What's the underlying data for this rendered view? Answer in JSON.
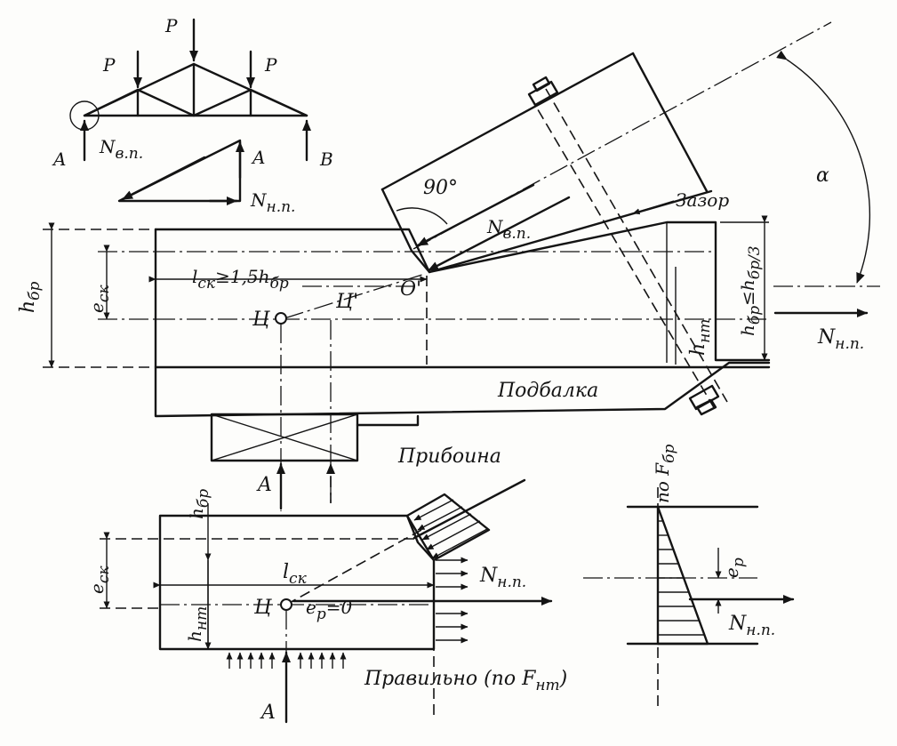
{
  "truss": {
    "load_left": "P",
    "load_center": "P",
    "load_right": "P",
    "support_left": "A",
    "support_right": "B"
  },
  "force_triangle": {
    "upper": "N",
    "upper_sub": "в.п.",
    "vertical": "A",
    "lower": "N",
    "lower_sub": "н.п."
  },
  "joint": {
    "angle_right": "90°",
    "gap": "Зазор",
    "alpha": "α",
    "n_top": "N",
    "n_top_sub": "в.п.",
    "h_bp": "h",
    "h_bp_sub": "бр",
    "e_ck": "e",
    "e_ck_sub": "ск",
    "l_ck_rule": "l",
    "l_ck_rule_sub": "ск",
    "l_ck_rule_cond": "≥1,5h",
    "l_ck_rule_cond_sub": "бр",
    "c_prime": "Ц'",
    "o_point": "O'",
    "c_point": "Ц",
    "h_nt": "h",
    "h_nt_sub": "нт",
    "h_bp_right": "h",
    "h_bp_right_sub": "бр",
    "h_bp_right_cond": "≤h",
    "h_bp_right_cond_sub": "бр/3",
    "n_bottom": "N",
    "n_bottom_sub": "н.п.",
    "subbeam": "Подбалка",
    "pad": "Прибоина",
    "reaction": "A"
  },
  "scheme_left": {
    "h_bp": "h",
    "h_bp_sub": "бр",
    "e_ck": "e",
    "e_ck_sub": "ск",
    "l_ck": "l",
    "l_ck_sub": "ск",
    "h_nt": "h",
    "h_nt_sub": "нт",
    "c_point": "Ц",
    "e_p": "e",
    "e_p_sub": "р",
    "e_p_val": "=0",
    "n": "N",
    "n_sub": "н.п.",
    "caption": "Правильно (по F",
    "caption_sub": "нт",
    "caption_end": ")",
    "reaction": "A"
  },
  "scheme_right": {
    "top_label": "по F",
    "top_label_sub": "бр",
    "e_p": "e",
    "e_p_sub": "р",
    "n": "N",
    "n_sub": "н.п."
  }
}
